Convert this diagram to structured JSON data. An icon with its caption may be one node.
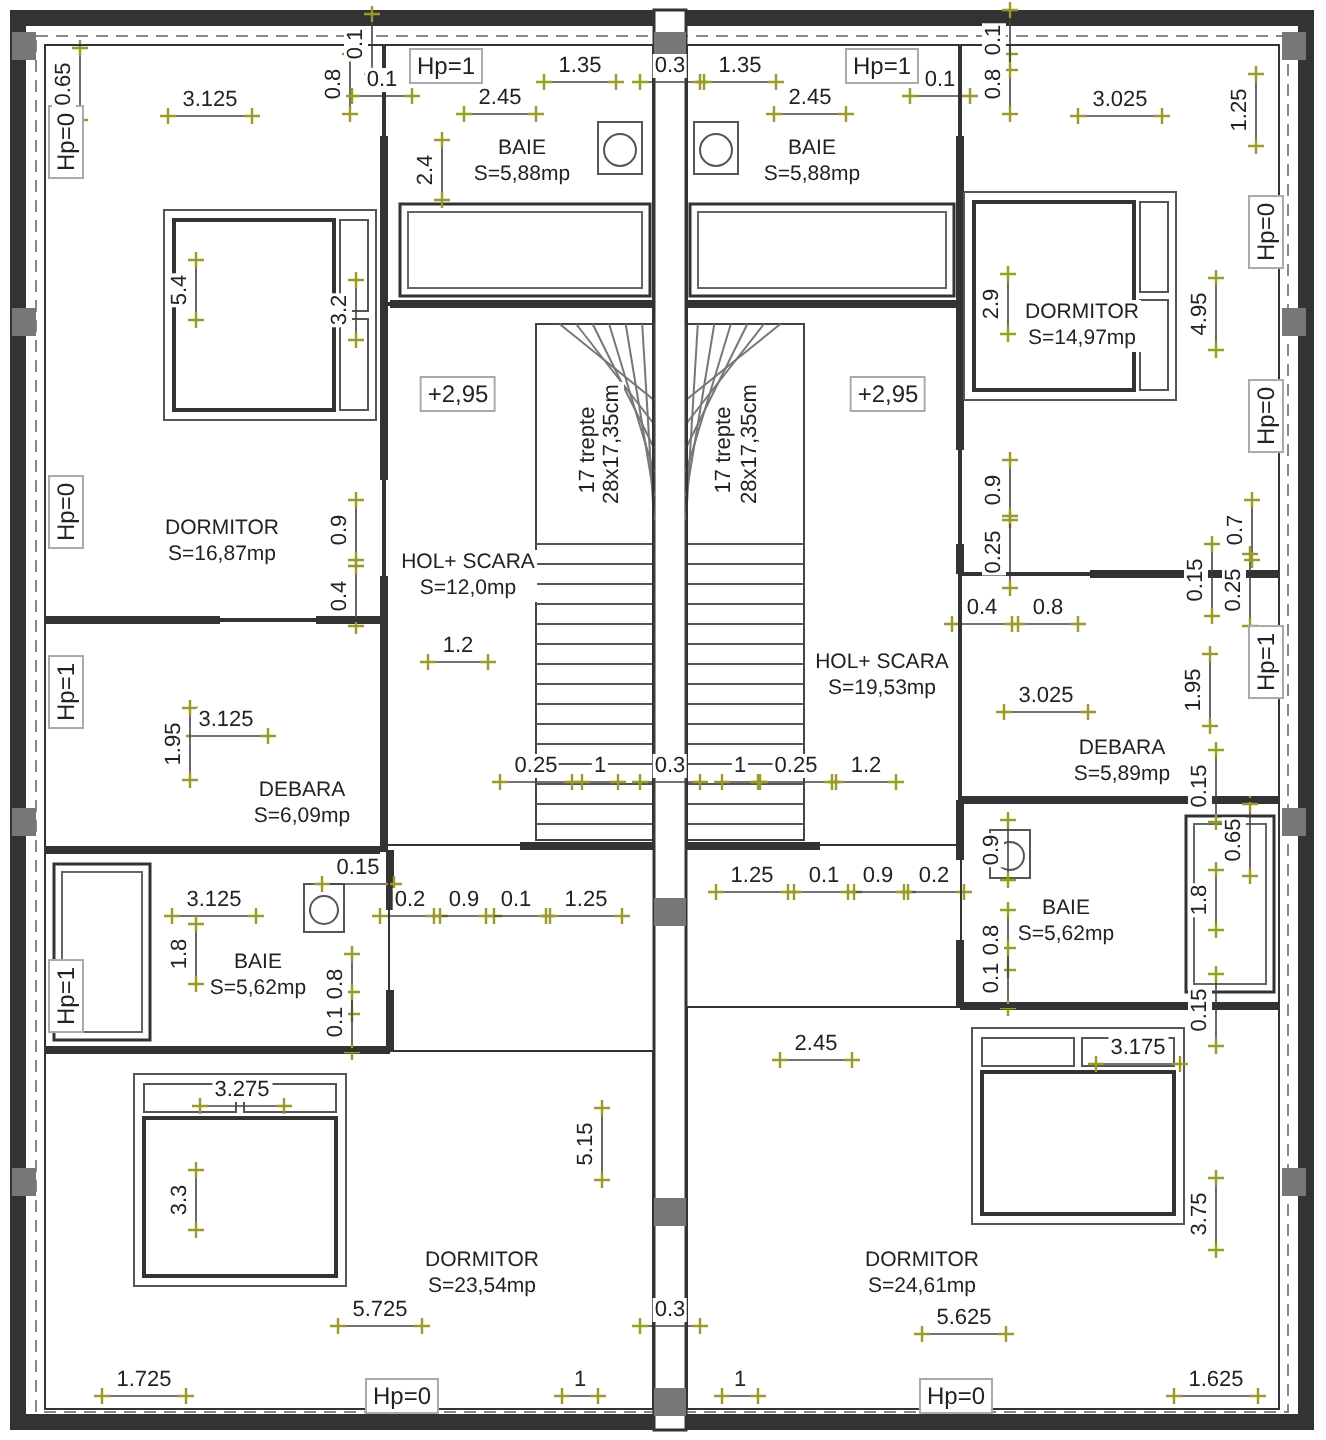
{
  "diagram": {
    "nodes": [
      {
        "text": [
          "Hp=1"
        ],
        "in": 3
      },
      {
        "text": [
          "Hp=1"
        ],
        "in": 4
      },
      {
        "text": [
          "DORMITOR",
          "S=16,87mp"
        ]
      },
      {
        "text": [
          "BAIE",
          "S=5,88mp"
        ]
      },
      {
        "text": [
          "BAIE",
          "S=5,88mp"
        ]
      },
      {
        "text": [
          "DORMITOR",
          "S=14,97mp"
        ]
      },
      {
        "text": [
          "Hp=0"
        ],
        "in": 2
      },
      {
        "text": [
          "Hp=0"
        ],
        "in": 5
      },
      {
        "text": [
          "HOL+ SCARA",
          "S=12,0mp"
        ]
      },
      {
        "text": [
          "+2,95"
        ],
        "in": 8
      },
      {
        "text": [
          "HOL+ SCARA",
          "S=19,53mp"
        ]
      },
      {
        "text": [
          "+2,95"
        ],
        "in": 10
      },
      {
        "text": [
          "Hp=0"
        ],
        "in": 5
      },
      {
        "text": [
          "Hp=0"
        ],
        "in": 2
      },
      {
        "text": [
          "Hp=1"
        ],
        "in": 16
      },
      {
        "text": [
          "Hp=1"
        ],
        "in": 17
      },
      {
        "text": [
          "DEBARA",
          "S=5,89mp"
        ]
      },
      {
        "text": [
          "DEBARA",
          "S=6,09mp"
        ]
      },
      {
        "text": [
          "BAIE",
          "S=5,62mp"
        ]
      },
      {
        "text": [
          "BAIE",
          "S=5,62mp"
        ]
      },
      {
        "text": [
          "Hp=1"
        ],
        "in": 19
      },
      {
        "text": [
          "DORMITOR",
          "S=23,54mp"
        ]
      },
      {
        "text": [
          "DORMITOR",
          "S=24,61mp"
        ]
      },
      {
        "text": [
          "Hp=0"
        ]
      },
      {
        "text": [
          "Hp=0"
        ]
      }
    ],
    "labels": [
      "0.65",
      "3.125",
      "0.8",
      "0.1",
      "0.1",
      "1.35",
      "0.3",
      "1.35",
      "0.1",
      "0.8",
      "0.1",
      "2.45",
      "2.45",
      "3.025",
      "1.25",
      "2.4",
      "5.4",
      "3.2",
      "2.9",
      "4.95",
      "17 trepte",
      "28x17,35cm",
      "17 trepte",
      "28x17,35cm",
      "0.9",
      "0.9",
      "0.25",
      "0.7",
      "0.4",
      "0.4",
      "0.8",
      "0.15",
      "0.25",
      "1.2",
      "3.025",
      "1.95",
      "3.125",
      "1.95",
      "0.25",
      "1",
      "0.3",
      "1",
      "0.25",
      "1.2",
      "0.15",
      "0.9",
      "0.65",
      "0.15",
      "1.25",
      "0.1",
      "0.9",
      "0.2",
      "3.125",
      "0.2",
      "0.9",
      "0.1",
      "1.25",
      "1.8",
      "1.8",
      "0.8",
      "0.8",
      "0.1",
      "0.1",
      "0.15",
      "2.45",
      "3.175",
      "3.275",
      "5.15",
      "3.3",
      "3.75",
      "5.725",
      "0.3",
      "5.625",
      "1.725",
      "1",
      "1",
      "1.625"
    ]
  }
}
